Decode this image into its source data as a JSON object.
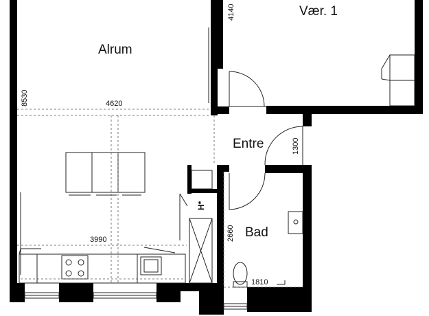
{
  "rooms": {
    "alrum": "Alrum",
    "vaer1": "Vær. 1",
    "entre": "Entre",
    "bad": "Bad"
  },
  "dimensions": {
    "alrum_depth": "8530",
    "alrum_width": "4620",
    "vaer1_depth": "4140",
    "entre_width": "1300",
    "bad_depth": "2660",
    "bad_width": "1810",
    "kitchen_length": "3990"
  },
  "labels": {
    "closet": "H*"
  }
}
